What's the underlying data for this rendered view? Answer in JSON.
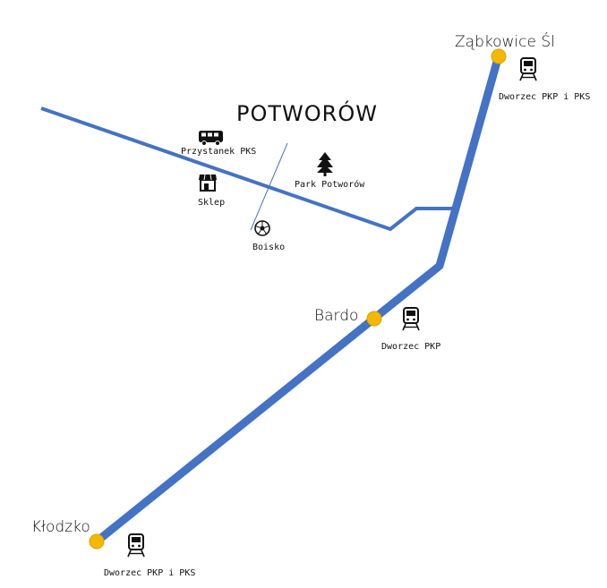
{
  "title": "POTWORÓW",
  "colors": {
    "road": "#4472c4",
    "station": "#f5b800",
    "station_stroke": "#d9a300",
    "icon": "#111111"
  },
  "cities": {
    "zabkowice": "Ząbkowice Śl",
    "bardo": "Bardo",
    "klodzko": "Kłodzko"
  },
  "stations": {
    "zabkowice": "Dworzec PKP i PKS",
    "bardo": "Dworzec PKP",
    "klodzko": "Dworzec PKP i PKS"
  },
  "poi": {
    "bus_stop": "Przystanek PKS",
    "shop": "Sklep",
    "park": "Park Potworów",
    "pitch": "Boisko"
  },
  "icons": {
    "train": "train-icon",
    "bus": "bus-icon",
    "shop": "shop-icon",
    "tree": "tree-icon",
    "ball": "soccer-ball-icon"
  }
}
